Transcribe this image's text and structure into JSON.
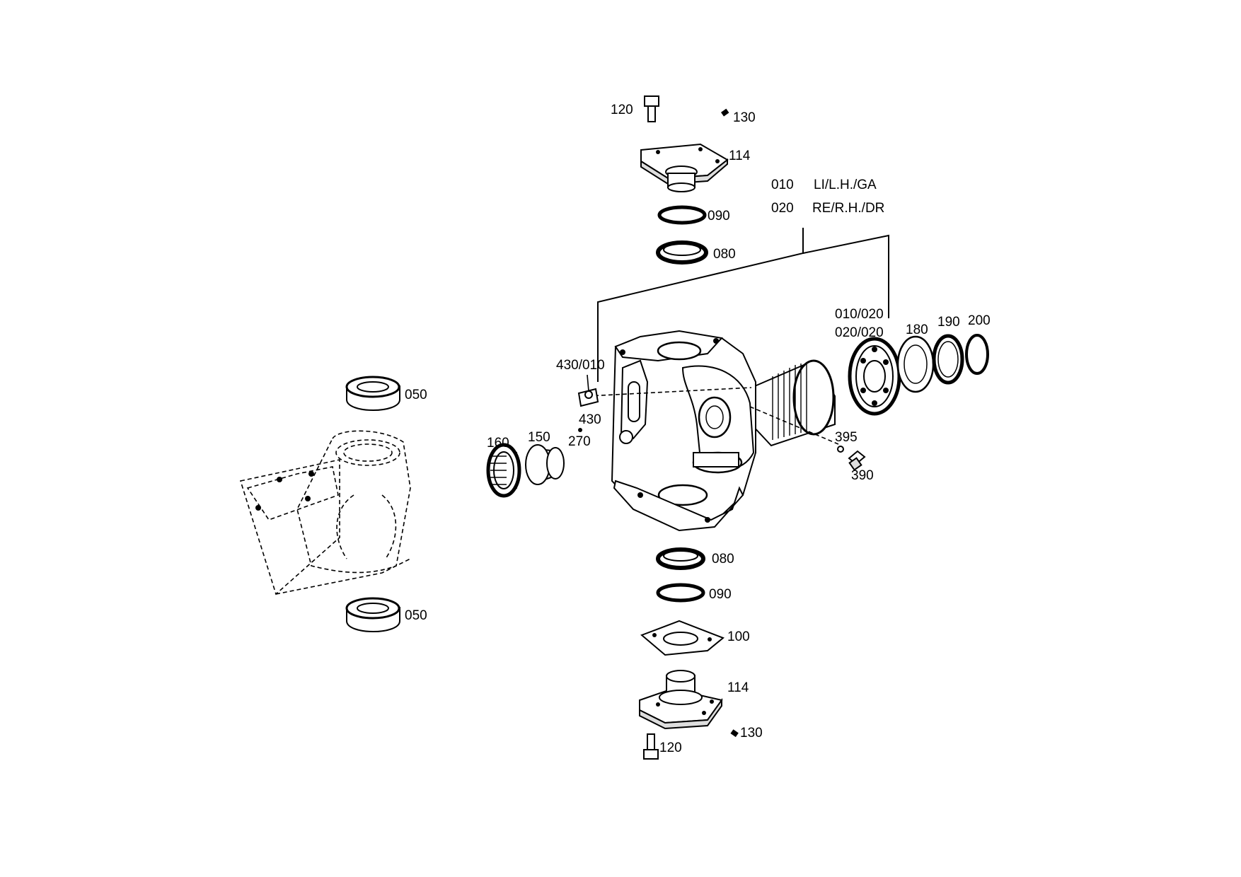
{
  "variants": [
    {
      "code": "010",
      "desc": "LI/L.H./GA"
    },
    {
      "code": "020",
      "desc": "RE/R.H./DR"
    }
  ],
  "callouts": {
    "c120_top": "120",
    "c130_top": "130",
    "c114_top": "114",
    "c090_top": "090",
    "c080_top": "080",
    "c010_020": "010/020",
    "c020_020": "020/020",
    "c180": "180",
    "c190": "190",
    "c200": "200",
    "c430_010": "430/010",
    "c430": "430",
    "c270": "270",
    "c160": "160",
    "c150": "150",
    "c395": "395",
    "c390": "390",
    "c050_top": "050",
    "c050_bottom": "050",
    "c080_bottom": "080",
    "c090_bottom": "090",
    "c100": "100",
    "c114_bottom": "114",
    "c130_bottom": "130",
    "c120_bottom": "120"
  }
}
